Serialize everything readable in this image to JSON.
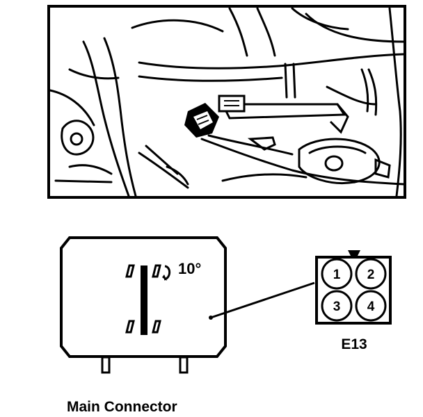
{
  "photo": {
    "description_hidden": ""
  },
  "relay": {
    "angle_label": "10°",
    "caption": "Main Connector"
  },
  "connector": {
    "pins": [
      "1",
      "2",
      "3",
      "4"
    ],
    "code": "E13"
  }
}
